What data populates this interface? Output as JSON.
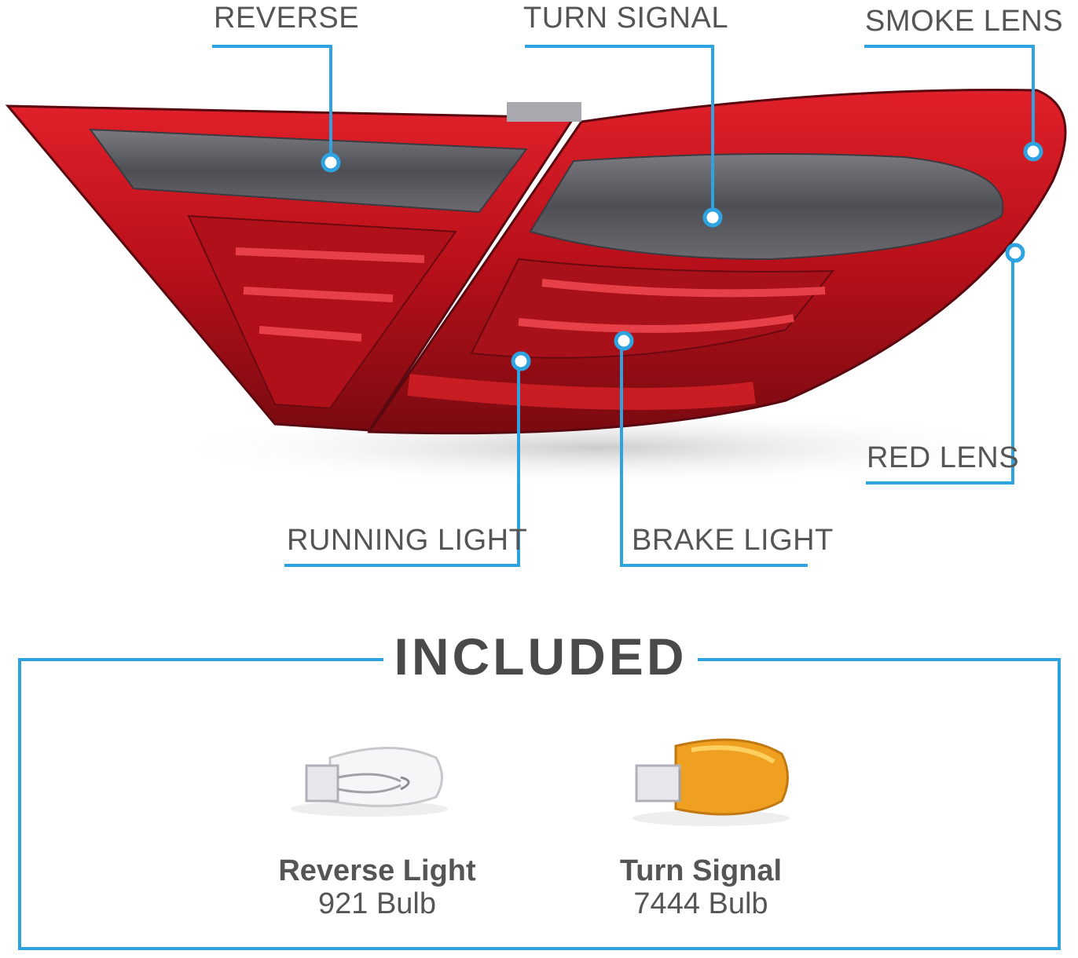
{
  "callouts": {
    "reverse": "REVERSE",
    "turn_signal": "TURN SIGNAL",
    "smoke_lens": "SMOKE LENS",
    "red_lens": "RED LENS",
    "running_light": "RUNNING LIGHT",
    "brake_light": "BRAKE LIGHT"
  },
  "included": {
    "title": "INCLUDED",
    "bulbs": [
      {
        "name": "Reverse Light",
        "type": "921 Bulb"
      },
      {
        "name": "Turn Signal",
        "type": "7444 Bulb"
      }
    ]
  },
  "colors": {
    "accent": "#2ea3e0",
    "lens_red": "#c8101e",
    "lens_smoke": "#5a5a60",
    "amber": "#f0a020"
  }
}
